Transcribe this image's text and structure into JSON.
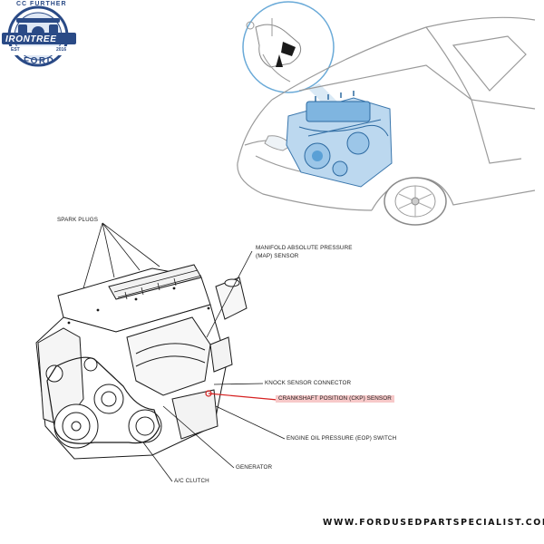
{
  "logo": {
    "arc_top": "CC FURTHER",
    "name": "IRONTREE",
    "brand": "FORD",
    "est": "EST",
    "year": "2016"
  },
  "callouts": {
    "spark_plugs": "SPARK PLUGS",
    "map_line1": "MANIFOLD ABSOLUTE PRESSURE",
    "map_line2": "(MAP) SENSOR",
    "knock": "KNOCK SENSOR CONNECTOR",
    "ckp": "CRANKSHAFT POSITION (CKP) SENSOR",
    "eop": "ENGINE OIL PRESSURE (EOP) SWITCH",
    "generator": "GENERATOR",
    "ac_clutch": "A/C CLUTCH"
  },
  "footer": {
    "url": "WWW.FORDUSEDPARTSPECIALIST.COM"
  },
  "colors": {
    "highlight": "#f7c9c9",
    "leader_red": "#d62020",
    "engine_blue": "#5aa0d6",
    "logo_blue": "#2a4a86"
  }
}
